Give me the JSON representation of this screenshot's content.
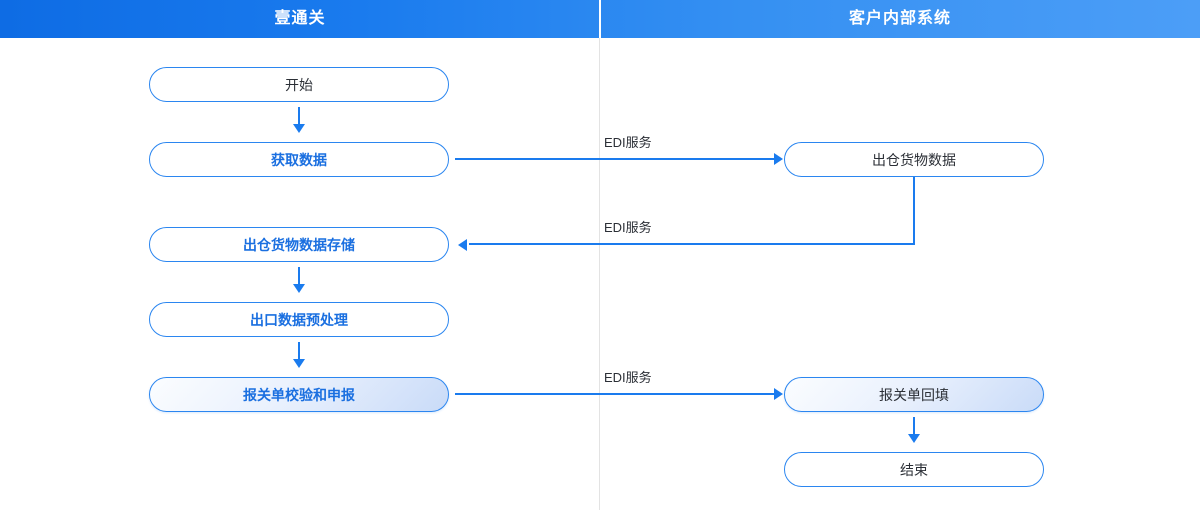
{
  "header": {
    "lanes": [
      {
        "title": "壹通关"
      },
      {
        "title": "客户内部系统"
      }
    ]
  },
  "colors": {
    "header_gradient_start": "#0e6ce4",
    "header_gradient_end": "#4c9ef7",
    "node_border": "#2b86f0",
    "connector": "#1a7bee",
    "accent_text": "#1a6fe0",
    "plain_text": "#2b2f36",
    "filled_node_gradient_start": "#fbfdff",
    "filled_node_gradient_end": "#c9dbf8",
    "lane_divider": "#e3e3e3"
  },
  "nodes": [
    {
      "id": "start",
      "lane": "left",
      "label": "开始",
      "style": "plain",
      "filled": false
    },
    {
      "id": "fetch-data",
      "lane": "left",
      "label": "获取数据",
      "style": "accent",
      "filled": false
    },
    {
      "id": "store-cargo-data",
      "lane": "left",
      "label": "出仓货物数据存储",
      "style": "accent",
      "filled": false
    },
    {
      "id": "preprocess",
      "lane": "left",
      "label": "出口数据预处理",
      "style": "accent",
      "filled": false
    },
    {
      "id": "declare-verify",
      "lane": "left",
      "label": "报关单校验和申报",
      "style": "accent",
      "filled": true
    },
    {
      "id": "cargo-data",
      "lane": "right",
      "label": "出仓货物数据",
      "style": "plain",
      "filled": false
    },
    {
      "id": "declare-fill",
      "lane": "right",
      "label": "报关单回填",
      "style": "plain",
      "filled": true
    },
    {
      "id": "end",
      "lane": "right",
      "label": "结束",
      "style": "plain",
      "filled": false
    }
  ],
  "edge_labels": [
    {
      "id": "edi-1",
      "text": "EDI服务"
    },
    {
      "id": "edi-2",
      "text": "EDI服务"
    },
    {
      "id": "edi-3",
      "text": "EDI服务"
    }
  ]
}
